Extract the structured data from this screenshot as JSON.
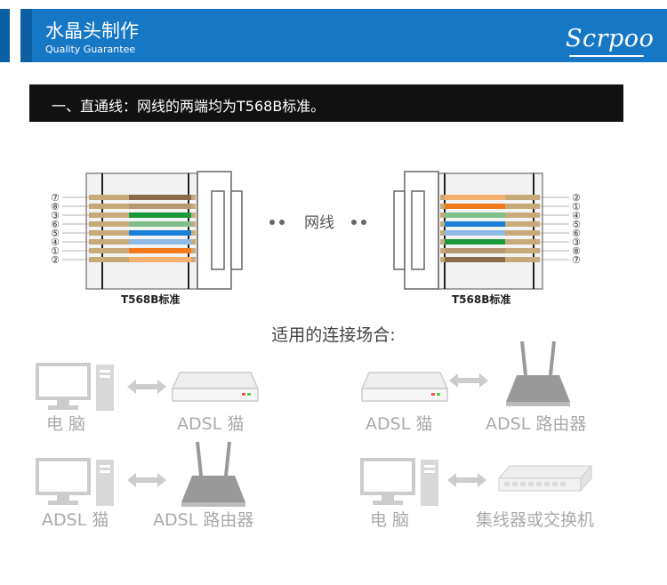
{
  "banner": {
    "title": "水晶头制作",
    "subtitle": "Quality Guarantee",
    "brand": "Scrpoo"
  },
  "heading": "一、直通线：网线的两端均为T568B标准。",
  "diagram": {
    "left_pins": [
      "⑦",
      "⑧",
      "③",
      "⑥",
      "⑤",
      "④",
      "①",
      "②"
    ],
    "right_pins": [
      "②",
      "①",
      "④",
      "⑤",
      "⑥",
      "③",
      "⑧",
      "⑦"
    ],
    "left_std": "T568B标准",
    "right_std": "T568B标准",
    "cable_label": "网线"
  },
  "occasions": {
    "title": "适用的连接场合:",
    "pairs": [
      {
        "left": "电  脑",
        "right": "ADSL 猫"
      },
      {
        "left": "ADSL 猫",
        "right": "ADSL 路由器"
      },
      {
        "left": "ADSL 猫",
        "right": "ADSL 路由器"
      },
      {
        "left": "电  脑",
        "right": "集线器或交换机"
      }
    ]
  },
  "colors": {
    "banner_blue": "#1677c5",
    "banner_dark": "#0d5fa3",
    "heading_bg": "#111111",
    "wire_orange": "#f07a1a",
    "wire_green": "#1a9a3a",
    "wire_blue": "#1a7fd6",
    "wire_brown": "#8a6a4a",
    "wire_tan": "#c8aa7a"
  }
}
